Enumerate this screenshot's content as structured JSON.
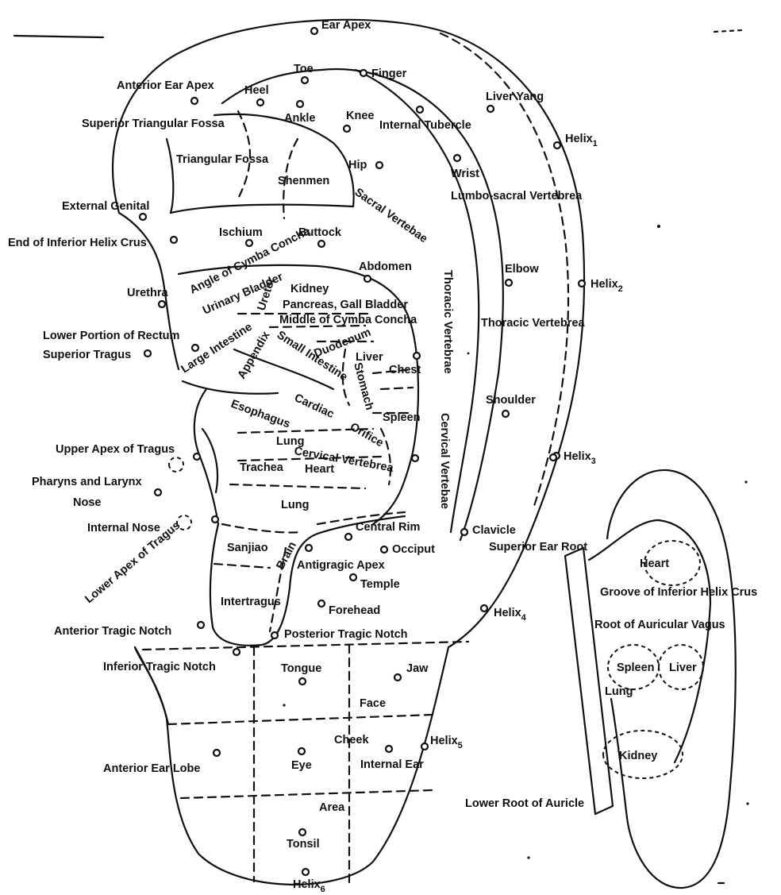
{
  "labels": {
    "ear_apex": "Ear Apex",
    "toe": "Toe",
    "finger": "Finger",
    "anterior_ear_apex": "Anterior Ear Apex",
    "heel": "Heel",
    "liver_yang": "Liver Yang",
    "superior_triangular_fossa": "Superior Triangular Fossa",
    "ankle": "Ankle",
    "knee": "Knee",
    "internal_tubercle": "Internal Tubercle",
    "helix1": "Helix",
    "helix1_sub": "1",
    "triangular_fossa": "Triangular Fossa",
    "hip": "Hip",
    "wrist": "Wrist",
    "shenmen": "Shenmen",
    "sacral_vertebae": "Sacral Vertebae",
    "lumbo_sacral_vertebrea": "Lumbo-sacral Vertebrea",
    "external_genital": "External Genital",
    "end_inferior_helix_crus": "End of Inferior Helix Crus",
    "ischium": "Ischium",
    "buttock": "Buttock",
    "angle_cymba_concha": "Angle of Cymba Concha",
    "abdomen": "Abdomen",
    "elbow": "Elbow",
    "helix2": "Helix",
    "helix2_sub": "2",
    "urethra": "Urethra",
    "urinary_bladder": "Urinary Bladder",
    "ureter": "Ureter",
    "kidney": "Kidney",
    "pancreas_gall_bladder": "Pancreas, Gall Bladder",
    "middle_cymba_concha": "Middle of Cymba Concha",
    "thoracic_vertebrae_vert": "Thoracic Vertebrae",
    "thoracic_vertebrea": "Thoracic Vertebrea",
    "lower_portion_rectum": "Lower Portion of Rectum",
    "large_intestine": "Large Intestine",
    "appendix": "Appendix",
    "small_intestine": "Small Intestine",
    "duodenum": "Duodenum",
    "superior_tragus": "Superior Tragus",
    "liver": "Liver",
    "chest": "Chest",
    "stomach": "Stomach",
    "esophagus": "Esophagus",
    "cardiac": "Cardiac",
    "shoulder": "Shoulder",
    "spleen": "Spleen",
    "cervical_vertebae_vert": "Cervical Vertebae",
    "orifice": "Orifice",
    "lung": "Lung",
    "upper_apex_tragus": "Upper Apex of Tragus",
    "cervical_vertebrea": "Cervical Vertebrea",
    "helix3": "Helix",
    "helix3_sub": "3",
    "trachea": "Trachea",
    "heart": "Heart",
    "pharyns_larynx": "Pharyns and Larynx",
    "nose": "Nose",
    "lung2": "Lung",
    "internal_nose": "Internal Nose",
    "central_rim": "Central Rim",
    "clavicle": "Clavicle",
    "superior_ear_root": "Superior Ear Root",
    "lower_apex_tragus": "Lower Apex of Tragus",
    "sanjiao": "Sanjiao",
    "brain": "Brain",
    "occiput": "Occiput",
    "antigragic_apex": "Antigragic Apex",
    "temple": "Temple",
    "heart_back": "Heart",
    "groove_inferior_helix_crus": "Groove of Inferior Helix Crus",
    "intertragus": "Intertragus",
    "forehead": "Forehead",
    "helix4": "Helix",
    "helix4_sub": "4",
    "anterior_tragic_notch": "Anterior Tragic Notch",
    "posterior_tragic_notch": "Posterior Tragic Notch",
    "root_auricular_vagus": "Root of Auricular Vagus",
    "inferior_tragic_notch": "Inferior Tragic Notch",
    "tongue": "Tongue",
    "jaw": "Jaw",
    "spleen_back": "Spleen",
    "liver_back": "Liver",
    "face": "Face",
    "lung_back": "Lung",
    "cheek": "Cheek",
    "helix5": "Helix",
    "helix5_sub": "5",
    "anterior_ear_lobe": "Anterior Ear Lobe",
    "eye": "Eye",
    "internal_ear": "Internal Ear",
    "kidney_back": "Kidney",
    "lower_root_auricle": "Lower Root of Auricle",
    "area": "Area",
    "tonsil": "Tonsil",
    "helix6": "Helix",
    "helix6_sub": "6"
  }
}
